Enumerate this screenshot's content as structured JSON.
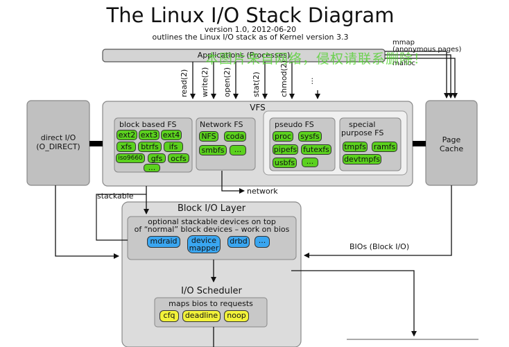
{
  "title": "The Linux I/O Stack Diagram",
  "version_line": "version 1.0, 2012-06-20",
  "outline_line": "outlines the Linux I/O stack as of Kernel version 3.3",
  "applications": "Applications (Processes)",
  "mmap": "mmap",
  "anon_pages": "(anonymous pages)",
  "malloc": "malloc",
  "syscalls": [
    "read(2)",
    "write(2)",
    "open(2)",
    "stat(2)",
    "chmod(2)",
    "..."
  ],
  "vfs": "VFS",
  "direct_io": [
    "direct I/O",
    "(O_DIRECT)"
  ],
  "page_cache": [
    "Page",
    "Cache"
  ],
  "block_fs": {
    "label": "block based FS",
    "items": [
      "ext2",
      "ext3",
      "ext4",
      "xfs",
      "btrfs",
      "ifs",
      "iso9660",
      "gfs",
      "ocfs",
      "..."
    ]
  },
  "network_fs": {
    "label": "Network FS",
    "items": [
      "NFS",
      "coda",
      "smbfs",
      "..."
    ]
  },
  "pseudo_fs": {
    "label": "pseudo FS",
    "items": [
      "proc",
      "sysfs",
      "pipefs",
      "futexfs",
      "usbfs",
      "..."
    ]
  },
  "special_fs": {
    "label": [
      "special",
      "purpose FS"
    ],
    "items": [
      "tmpfs",
      "ramfs",
      "devtmpfs"
    ]
  },
  "network": "network",
  "stackable": "stackable",
  "block_io": "Block I/O Layer",
  "stack_desc": [
    "optional stackable devices on top",
    "of “normal” block devices – work on bios"
  ],
  "stack_items": [
    "mdraid",
    "device mapper",
    "drbd",
    "..."
  ],
  "bios": "BIOs (Block I/O)",
  "scheduler": "I/O Scheduler",
  "sched_desc": "maps bios to requests",
  "sched_items": [
    "cfq",
    "deadline",
    "noop"
  ],
  "watermark": "本图片来自网络，侵权请联系删除！",
  "colors": {
    "box_fill": "#d9d9d9",
    "side_fill": "#c0c0c0",
    "inner_fill": "#c8c8c8",
    "green": "#5bd11e",
    "blue": "#3aa6f0",
    "yellow": "#f2f23a"
  }
}
